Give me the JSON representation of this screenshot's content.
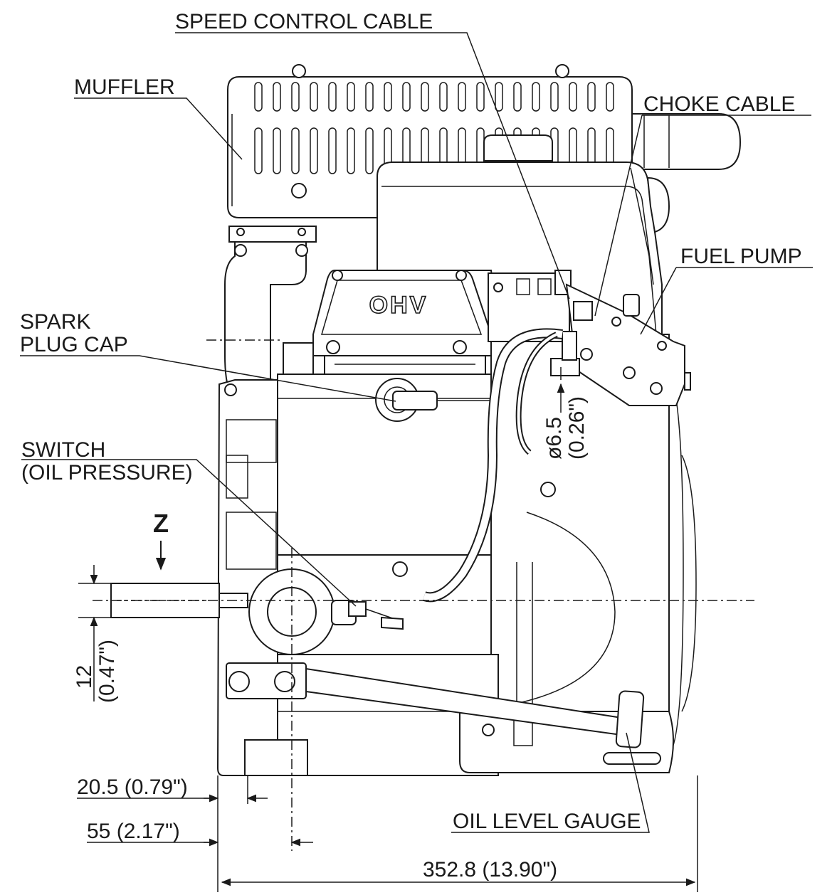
{
  "labels": {
    "speed_control_cable": "SPEED CONTROL CABLE",
    "muffler": "MUFFLER",
    "choke_cable": "CHOKE CABLE",
    "fuel_pump": "FUEL PUMP",
    "spark_plug_cap_line1": "SPARK",
    "spark_plug_cap_line2": "PLUG CAP",
    "switch_line1": "SWITCH",
    "switch_line2": "(OIL PRESSURE)",
    "oil_level_gauge": "OIL LEVEL GAUGE",
    "view_marker": "Z",
    "engine_badge": "OHV"
  },
  "dimensions": {
    "shaft_offset_mm": "12",
    "shaft_offset_in": "(0.47\")",
    "fuel_hose_mm": "ø6.5",
    "fuel_hose_in": "(0.26\")",
    "dim_20_5": "20.5 (0.79\")",
    "dim_55": "55 (2.17\")",
    "dim_overall": "352.8 (13.90\")"
  }
}
